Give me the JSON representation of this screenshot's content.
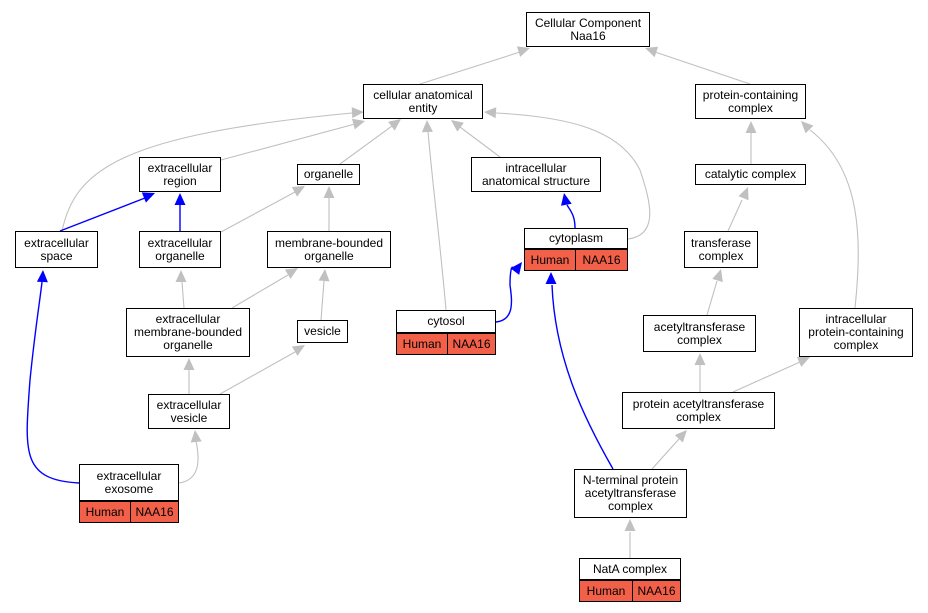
{
  "diagram": {
    "colors": {
      "gray_edge": "#c0c0c0",
      "blue_edge": "#0000ff",
      "annotation_fill": "#f26049",
      "node_fill": "#ffffff",
      "border": "#000000"
    },
    "nodes": {
      "root": "Cellular Component\nNaa16",
      "cellular_anatomical_entity": "cellular anatomical\nentity",
      "protein_containing_complex": "protein-containing\ncomplex",
      "extracellular_region": "extracellular\nregion",
      "organelle": "organelle",
      "intracellular_anatomical_structure": "intracellular\nanatomical structure",
      "catalytic_complex": "catalytic complex",
      "extracellular_space": "extracellular\nspace",
      "extracellular_organelle": "extracellular\norganelle",
      "membrane_bounded_organelle": "membrane-bounded\norganelle",
      "cytoplasm": "cytoplasm",
      "transferase_complex": "transferase\ncomplex",
      "extracellular_membrane_bounded_organelle": "extracellular\nmembrane-bounded\norganelle",
      "vesicle": "vesicle",
      "cytosol": "cytosol",
      "acetyltransferase_complex": "acetyltransferase\ncomplex",
      "intracellular_protein_containing_complex": "intracellular\nprotein-containing\ncomplex",
      "extracellular_vesicle": "extracellular\nvesicle",
      "protein_acetyltransferase_complex": "protein acetyltransferase\ncomplex",
      "extracellular_exosome": "extracellular\nexosome",
      "n_terminal_protein_acetyltransferase_complex": "N-terminal protein\nacetyltransferase\ncomplex",
      "nata_complex": "NatA complex"
    },
    "annotation": {
      "species": "Human",
      "gene": "NAA16"
    }
  }
}
